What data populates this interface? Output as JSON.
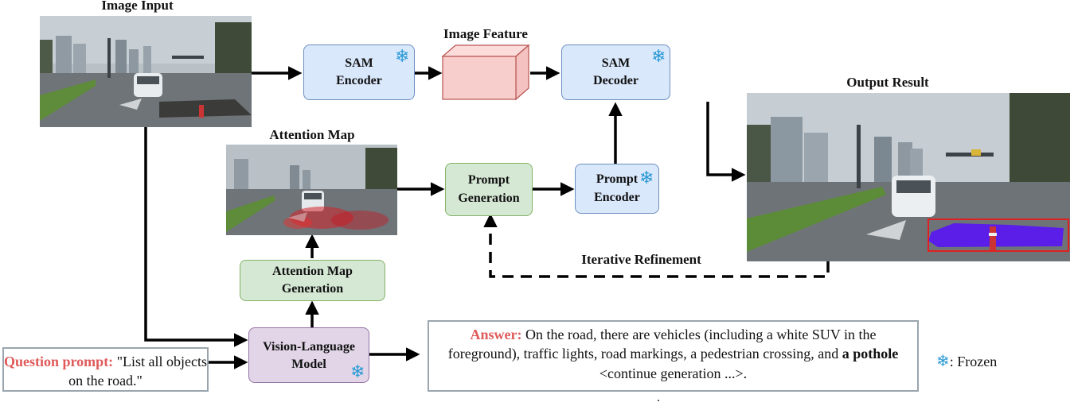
{
  "labels": {
    "image_input": "Image Input",
    "image_feature": "Image Feature",
    "output_result": "Output Result",
    "attention_map": "Attention Map",
    "iterative_refinement": "Iterative Refinement"
  },
  "boxes": {
    "sam_encoder": [
      "SAM",
      "Encoder"
    ],
    "sam_decoder": [
      "SAM",
      "Decoder"
    ],
    "prompt_generation": [
      "Prompt",
      "Generation"
    ],
    "prompt_encoder": [
      "Prompt",
      "Encoder"
    ],
    "attention_map_generation": [
      "Attention Map",
      "Generation"
    ],
    "vlm": [
      "Vision-Language",
      "Model"
    ]
  },
  "question": {
    "label": "Question prompt:",
    "text": " \"List all objects on the road.\""
  },
  "answer": {
    "label": "Answer:",
    "text_before": " On the road, there are vehicles (including a white SUV in the foreground), traffic lights, road markings, a pedestrian crossing, and ",
    "bold": "a pothole",
    "text_after": " <continue generation ...>."
  },
  "legend": {
    "icon": "snowflake-icon",
    "text": ": Frozen"
  },
  "stray_mark": ".",
  "colors": {
    "sam_blue": "#dae8fc",
    "prompt_green": "#d5e8d4",
    "vlm_purple": "#e1d5e7",
    "feature_pink": "#f8cecc",
    "highlight_red": "#e05a5a",
    "frozen_blue": "#2a9ad6",
    "mask_purple": "#5a1ee8"
  }
}
